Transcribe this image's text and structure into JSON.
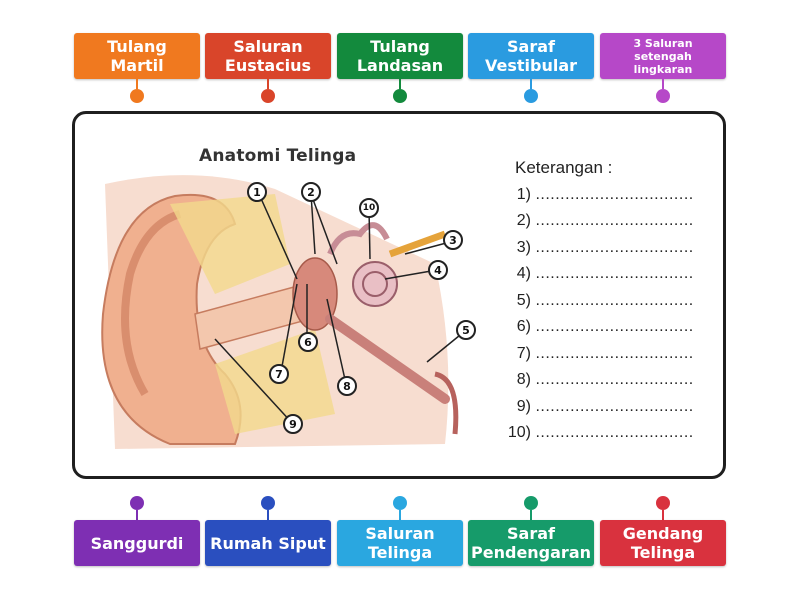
{
  "top_tiles": [
    {
      "label": "Tulang Martil",
      "color": "#f0791f"
    },
    {
      "label": "Saluran Eustacius",
      "color": "#d9452a"
    },
    {
      "label": "Tulang Landasan",
      "color": "#138a3d"
    },
    {
      "label": "Saraf Vestibular",
      "color": "#2a9be0"
    },
    {
      "label": "3 Saluran setengah lingkaran",
      "color": "#b648c8"
    }
  ],
  "bottom_tiles": [
    {
      "label": "Sanggurdi",
      "color": "#7e2fb3"
    },
    {
      "label": "Rumah Siput",
      "color": "#2a4fbf"
    },
    {
      "label": "Saluran Telinga",
      "color": "#2aa7e0"
    },
    {
      "label": "Saraf Pendengaran",
      "color": "#169b6a"
    },
    {
      "label": "Gendang Telinga",
      "color": "#d9323e"
    }
  ],
  "diagram": {
    "title": "Anatomi Telinga",
    "legend_heading": "Keterangan :",
    "legend_items": [
      "1)",
      "2)",
      "3)",
      "4)",
      "5)",
      "6)",
      "7)",
      "8)",
      "9)",
      "10)"
    ],
    "legend_dots": "................................",
    "markers": [
      "1",
      "2",
      "3",
      "4",
      "5",
      "6",
      "7",
      "8",
      "9",
      "10"
    ]
  }
}
